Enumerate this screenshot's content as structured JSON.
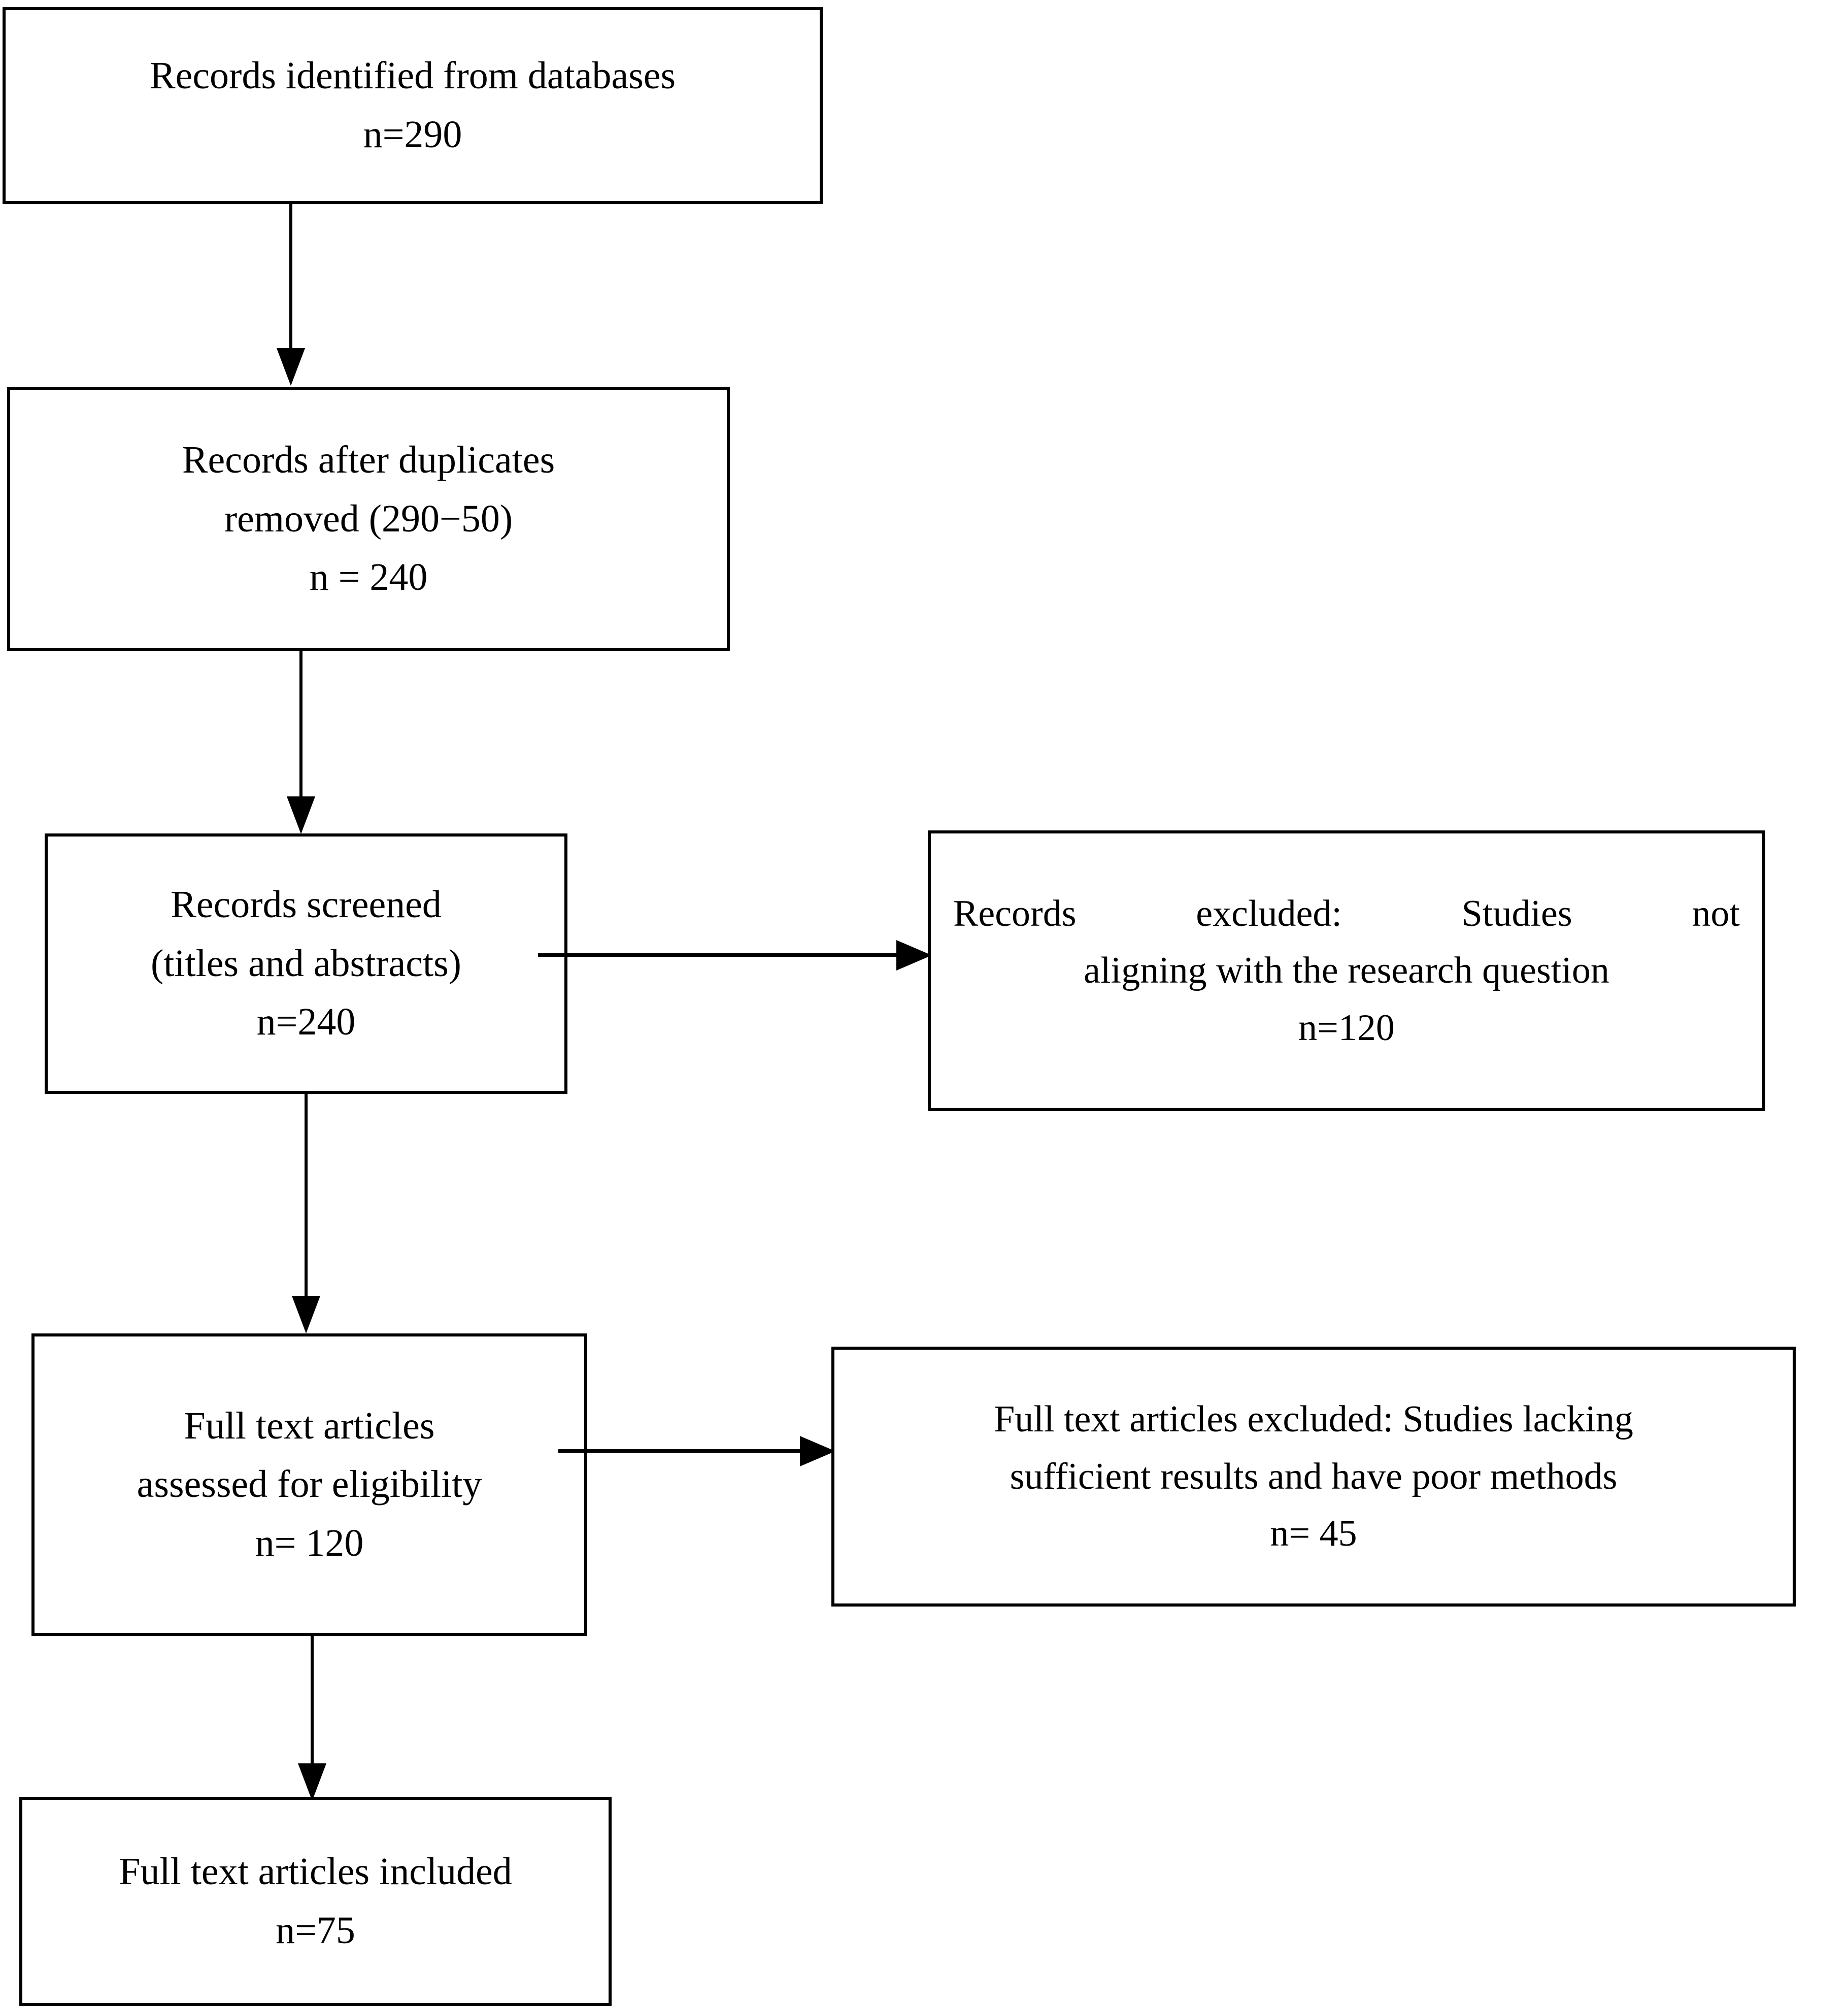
{
  "diagram": {
    "type": "prisma-flow-diagram",
    "nodes": [
      {
        "id": "identified",
        "lines": [
          "Records identified from databases",
          "n=290"
        ],
        "count": 290
      },
      {
        "id": "after-duplicates",
        "lines": [
          "Records after duplicates",
          "removed (290−50)",
          "n = 240"
        ],
        "count": 240
      },
      {
        "id": "screened",
        "lines": [
          "Records screened",
          "(titles and abstracts)",
          "n=240"
        ],
        "count": 240
      },
      {
        "id": "records-excluded",
        "lines": [
          "Records excluded: Studies not",
          "aligning with the research question",
          "n=120"
        ],
        "count": 120
      },
      {
        "id": "eligibility",
        "lines": [
          "Full text articles",
          "assessed for eligibility",
          "n= 120"
        ],
        "count": 120
      },
      {
        "id": "fulltext-excluded",
        "lines": [
          "Full text articles excluded: Studies lacking",
          "sufficient results and have poor methods",
          "n= 45"
        ],
        "count": 45
      },
      {
        "id": "included",
        "lines": [
          "Full text articles included",
          "n=75"
        ],
        "count": 75
      }
    ],
    "colors": {
      "stroke": "#000000",
      "fill": "#ffffff",
      "text": "#000000"
    }
  }
}
